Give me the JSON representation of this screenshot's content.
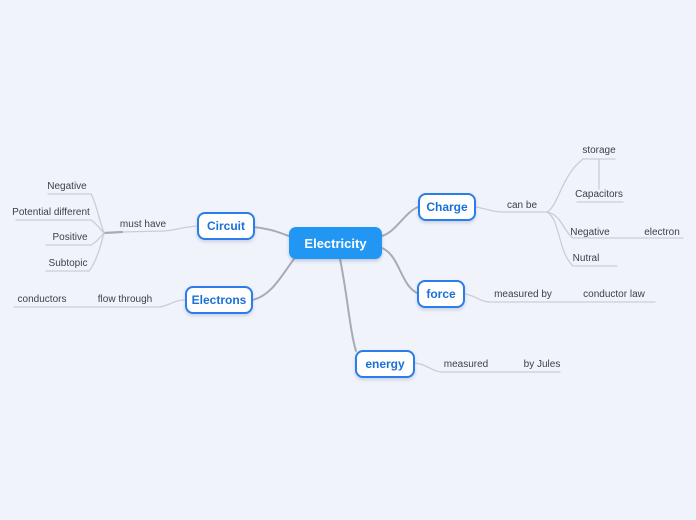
{
  "app": {
    "type": "mind-map",
    "background_color": "#F1F3FB"
  },
  "colors": {
    "root_fill": "#2196F3",
    "root_text": "#FFFFFF",
    "child_border": "#2B7DE9",
    "child_text": "#1A70D6",
    "main_edge": "#A6ABB6",
    "label_edge": "#C9CDD7",
    "label_text": "#3C4148"
  },
  "nodes": {
    "root": "Electricity",
    "circuit": "Circuit",
    "electrons": "Electrons",
    "charge": "Charge",
    "force": "force",
    "energy": "energy"
  },
  "labels": {
    "must_have": "must have",
    "negative_left": "Negative",
    "potential_different": "Potential different",
    "positive": "Positive",
    "subtopic": "Subtopic",
    "conductors": "conductors",
    "flow_through": "flow through",
    "can_be": "can be",
    "storage": "storage",
    "capacitors": "Capacitors",
    "negative_right": "Negative",
    "electron": "electron",
    "nutral": "Nutral",
    "measured_by": "measured by",
    "conductor_law": "conductor law",
    "measured": "measured",
    "by_jules": "by Jules"
  },
  "structure": {
    "root": "Electricity",
    "branches": [
      {
        "topic": "Circuit",
        "connector": "must have",
        "children": [
          "Negative",
          "Potential different",
          "Positive",
          "Subtopic"
        ]
      },
      {
        "topic": "Electrons",
        "connector": "flow through",
        "children": [
          "conductors"
        ]
      },
      {
        "topic": "Charge",
        "connector": "can be",
        "children": [
          "storage > Capacitors",
          "Negative > electron",
          "Nutral"
        ]
      },
      {
        "topic": "force",
        "connector": "measured by",
        "children": [
          "conductor law"
        ]
      },
      {
        "topic": "energy",
        "connector": "measured",
        "children": [
          "by Jules"
        ]
      }
    ]
  }
}
